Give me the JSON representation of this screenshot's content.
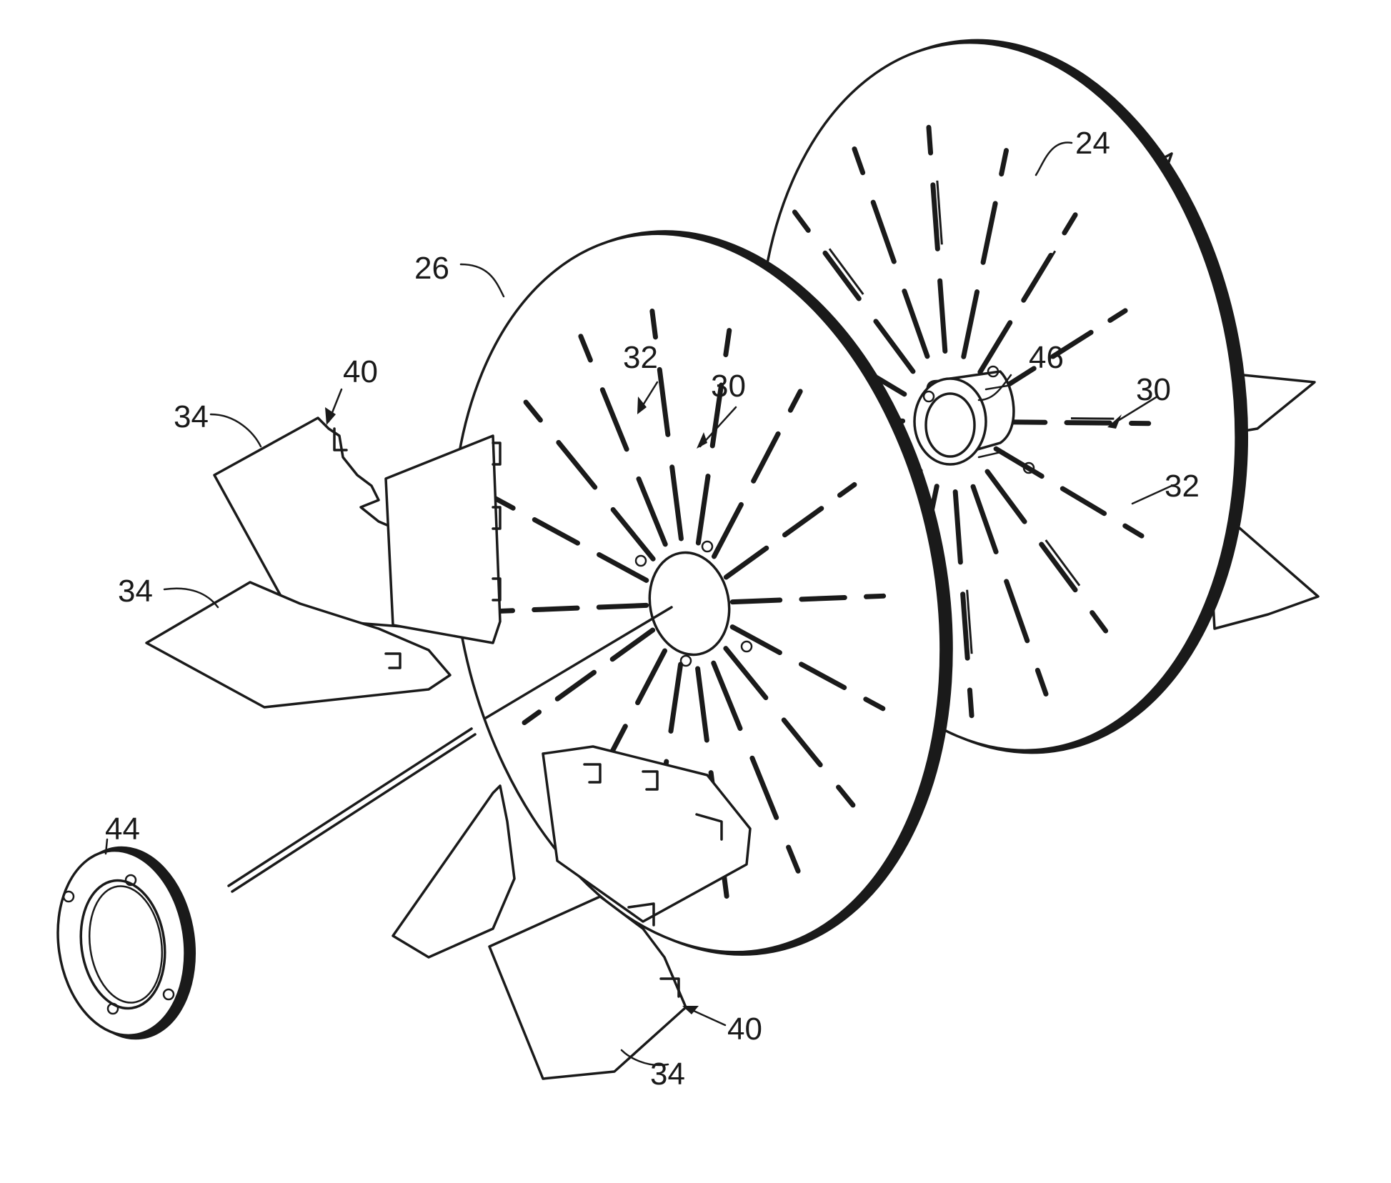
{
  "figure": {
    "labels": [
      {
        "id": "label-24",
        "text": "24"
      },
      {
        "id": "label-26",
        "text": "26"
      },
      {
        "id": "label-32-front",
        "text": "32"
      },
      {
        "id": "label-30-front",
        "text": "30"
      },
      {
        "id": "label-46",
        "text": "46"
      },
      {
        "id": "label-30-rear",
        "text": "30"
      },
      {
        "id": "label-32-rear",
        "text": "32"
      },
      {
        "id": "label-40-top",
        "text": "40"
      },
      {
        "id": "label-34-top",
        "text": "34"
      },
      {
        "id": "label-34-mid",
        "text": "34"
      },
      {
        "id": "label-44",
        "text": "44"
      },
      {
        "id": "label-40-bottom",
        "text": "40"
      },
      {
        "id": "label-34-bottom",
        "text": "34"
      }
    ]
  }
}
